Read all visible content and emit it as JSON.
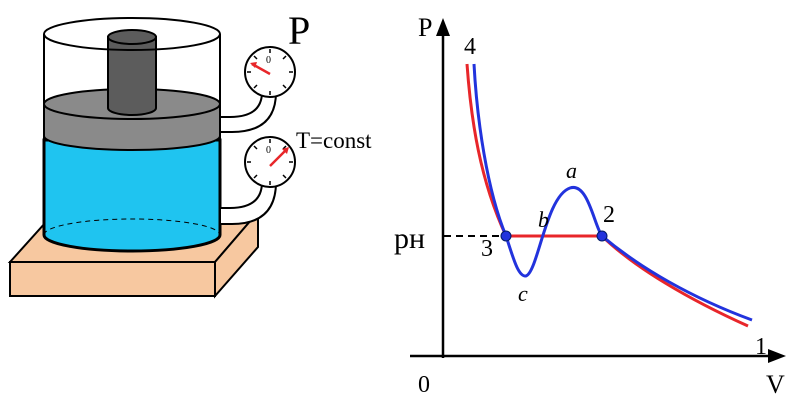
{
  "apparatus": {
    "pressure_label": "P",
    "temperature_label": "T=const",
    "gauge_zero_label": "0",
    "colors": {
      "liquid": "#1fc4f0",
      "piston": "#8a8a8a",
      "rod": "#5c5c5c",
      "stand": "#f7c8a0",
      "needle": "#e8262a"
    }
  },
  "graph": {
    "y_axis_label": "P",
    "x_axis_label": "V",
    "origin_label": "0",
    "saturation_pressure_label": "pн",
    "point_labels": {
      "p1": "1",
      "p2": "2",
      "p3": "3",
      "p4": "4",
      "a": "a",
      "b": "b",
      "c": "c"
    },
    "colors": {
      "real_isotherm": "#e8262a",
      "van_der_waals_isotherm": "#2233dd",
      "marker": "#2233dd"
    }
  }
}
